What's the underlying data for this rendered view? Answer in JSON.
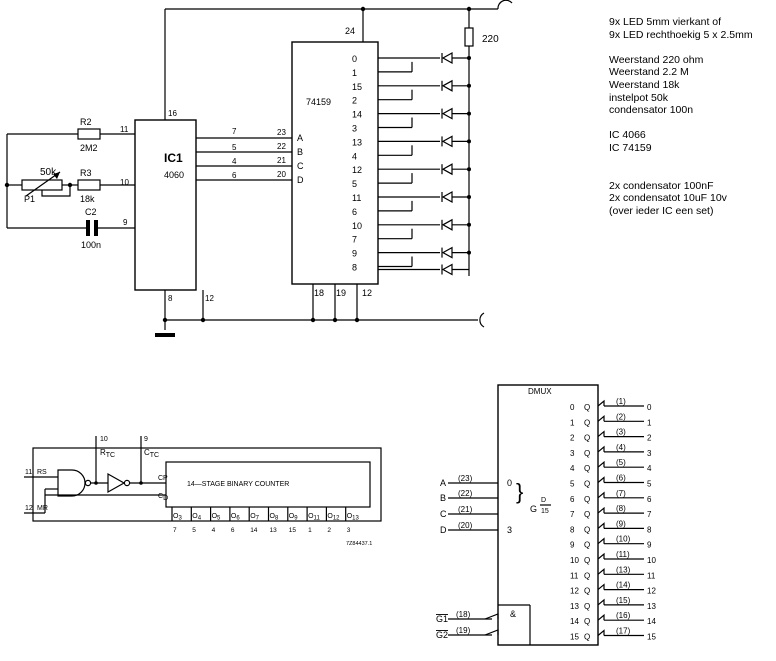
{
  "schematic": {
    "supply_pin": "24",
    "resistor_220": "220",
    "ic1": {
      "name": "IC1",
      "type": "4060",
      "pins": {
        "vdd": "16",
        "rs": "11",
        "rtc": "10",
        "ctc": "9",
        "vss": "8",
        "q12": "12",
        "q4": "7",
        "q5": "5",
        "q6": "4",
        "q7": "6"
      }
    },
    "r2": {
      "name": "R2",
      "value": "2M2"
    },
    "r3": {
      "name": "R3",
      "value": "18k"
    },
    "p1": {
      "name": "P1",
      "value": "50k"
    },
    "c2": {
      "name": "C2",
      "value": "100n"
    },
    "dec": {
      "name": "74159",
      "in_pins": [
        "23",
        "22",
        "21",
        "20"
      ],
      "in_labels": [
        "A",
        "B",
        "C",
        "D"
      ],
      "bottom_pins": [
        "18",
        "19",
        "12"
      ],
      "outputs": [
        "0",
        "1",
        "15",
        "2",
        "14",
        "3",
        "13",
        "4",
        "12",
        "5",
        "11",
        "6",
        "10",
        "7",
        "9",
        "8"
      ]
    }
  },
  "notes": [
    "9x LED 5mm vierkant of",
    "9x LED rechthoekig 5 x 2.5mm",
    "",
    "Weerstand 220 ohm",
    "Weerstand 2.2 M",
    "Weerstand 18k",
    "instelpot 50k",
    "condensator 100n",
    "",
    "IC 4066",
    "IC 74159",
    "",
    "",
    "2x condensator 100nF",
    "2x condensatot 10uF 10v",
    "(over ieder IC een set)"
  ],
  "counter_diagram": {
    "pin_rtc": "10",
    "rtc_label": "R",
    "rtc_sub": "TC",
    "pin_ctc": "9",
    "ctc_label": "C",
    "ctc_sub": "TC",
    "pin_rs": "11",
    "rs_label": "RS",
    "pin_mr": "12",
    "mr_label": "MR",
    "cp_label": "CP",
    "cd_label": "C",
    "cd_sub": "D",
    "title": "14—STAGE BINARY COUNTER",
    "outputs": [
      {
        "q": "O",
        "sub": "3",
        "pin": "7"
      },
      {
        "q": "O",
        "sub": "4",
        "pin": "5"
      },
      {
        "q": "O",
        "sub": "5",
        "pin": "4"
      },
      {
        "q": "O",
        "sub": "6",
        "pin": "6"
      },
      {
        "q": "O",
        "sub": "7",
        "pin": "14"
      },
      {
        "q": "O",
        "sub": "8",
        "pin": "13"
      },
      {
        "q": "O",
        "sub": "9",
        "pin": "15"
      },
      {
        "q": "O",
        "sub": "11",
        "pin": "1"
      },
      {
        "q": "O",
        "sub": "12",
        "pin": "2"
      },
      {
        "q": "O",
        "sub": "13",
        "pin": "3"
      }
    ],
    "ref": "7Z84437.1"
  },
  "dmux_diagram": {
    "title": "DMUX",
    "inputs": [
      {
        "label": "A",
        "pin": "(23)",
        "weight": "0"
      },
      {
        "label": "B",
        "pin": "(22)",
        "weight": ""
      },
      {
        "label": "C",
        "pin": "(21)",
        "weight": ""
      },
      {
        "label": "D",
        "pin": "(20)",
        "weight": "3"
      }
    ],
    "g_label": "G",
    "g_num": "D",
    "g_den": "15",
    "enables": [
      {
        "label": "G1",
        "pin": "(18)"
      },
      {
        "label": "G2",
        "pin": "(19)"
      }
    ],
    "and_label": "&",
    "outputs": [
      {
        "idx": "0",
        "pin": "(1)",
        "num": "0"
      },
      {
        "idx": "1",
        "pin": "(2)",
        "num": "1"
      },
      {
        "idx": "2",
        "pin": "(3)",
        "num": "2"
      },
      {
        "idx": "3",
        "pin": "(4)",
        "num": "3"
      },
      {
        "idx": "4",
        "pin": "(5)",
        "num": "4"
      },
      {
        "idx": "5",
        "pin": "(6)",
        "num": "5"
      },
      {
        "idx": "6",
        "pin": "(7)",
        "num": "6"
      },
      {
        "idx": "7",
        "pin": "(8)",
        "num": "7"
      },
      {
        "idx": "8",
        "pin": "(9)",
        "num": "8"
      },
      {
        "idx": "9",
        "pin": "(10)",
        "num": "9"
      },
      {
        "idx": "10",
        "pin": "(11)",
        "num": "10"
      },
      {
        "idx": "11",
        "pin": "(13)",
        "num": "11"
      },
      {
        "idx": "12",
        "pin": "(14)",
        "num": "12"
      },
      {
        "idx": "13",
        "pin": "(15)",
        "num": "13"
      },
      {
        "idx": "14",
        "pin": "(16)",
        "num": "14"
      },
      {
        "idx": "15",
        "pin": "(17)",
        "num": "15"
      }
    ]
  }
}
